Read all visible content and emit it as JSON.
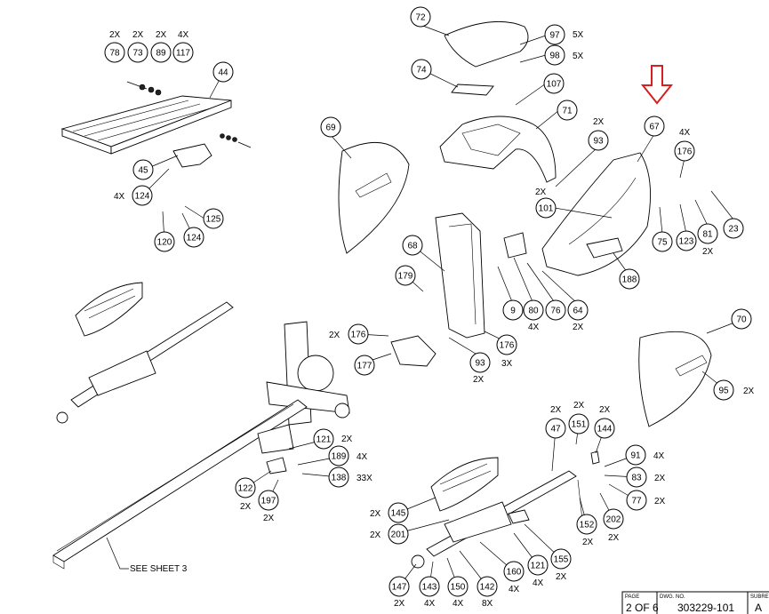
{
  "parts": [
    {
      "id": "p72",
      "num": "72"
    },
    {
      "id": "p97",
      "num": "97",
      "qty": "5X"
    },
    {
      "id": "p98",
      "num": "98",
      "qty": "5X"
    },
    {
      "id": "p74",
      "num": "74"
    },
    {
      "id": "p107",
      "num": "107"
    },
    {
      "id": "p71",
      "num": "71"
    },
    {
      "id": "p78",
      "num": "78",
      "qty": "2X"
    },
    {
      "id": "p73",
      "num": "73",
      "qty": "2X"
    },
    {
      "id": "p89",
      "num": "89",
      "qty": "2X"
    },
    {
      "id": "p117",
      "num": "117",
      "qty": "4X"
    },
    {
      "id": "p44",
      "num": "44"
    },
    {
      "id": "p45",
      "num": "45"
    },
    {
      "id": "p124a",
      "num": "124",
      "qty": "4X"
    },
    {
      "id": "p125",
      "num": "125"
    },
    {
      "id": "p120",
      "num": "120"
    },
    {
      "id": "p124b",
      "num": "124"
    },
    {
      "id": "p69",
      "num": "69"
    },
    {
      "id": "p93a",
      "num": "93",
      "qty": "2X"
    },
    {
      "id": "p67",
      "num": "67"
    },
    {
      "id": "p176a",
      "num": "176",
      "qty": "4X"
    },
    {
      "id": "p101",
      "num": "101",
      "qty": "2X"
    },
    {
      "id": "p75",
      "num": "75"
    },
    {
      "id": "p123",
      "num": "123"
    },
    {
      "id": "p81",
      "num": "81",
      "qty": "2X"
    },
    {
      "id": "p23",
      "num": "23"
    },
    {
      "id": "p68",
      "num": "68"
    },
    {
      "id": "p179",
      "num": "179"
    },
    {
      "id": "p9",
      "num": "9"
    },
    {
      "id": "p80",
      "num": "80",
      "qty": "4X"
    },
    {
      "id": "p76",
      "num": "76"
    },
    {
      "id": "p64",
      "num": "64",
      "qty": "2X"
    },
    {
      "id": "p188",
      "num": "188"
    },
    {
      "id": "p176b",
      "num": "176",
      "qty": "2X"
    },
    {
      "id": "p177",
      "num": "177"
    },
    {
      "id": "p93b",
      "num": "93",
      "qty": "2X"
    },
    {
      "id": "p176c",
      "num": "176",
      "qty": "3X"
    },
    {
      "id": "p70",
      "num": "70"
    },
    {
      "id": "p95",
      "num": "95",
      "qty": "2X"
    },
    {
      "id": "p121a",
      "num": "121",
      "qty": "2X"
    },
    {
      "id": "p189",
      "num": "189",
      "qty": "4X"
    },
    {
      "id": "p138",
      "num": "138",
      "qty": "33X"
    },
    {
      "id": "p122",
      "num": "122",
      "qty": "2X"
    },
    {
      "id": "p197",
      "num": "197",
      "qty": "2X"
    },
    {
      "id": "p47",
      "num": "47",
      "qty": "2X"
    },
    {
      "id": "p151",
      "num": "151",
      "qty": "2X"
    },
    {
      "id": "p144",
      "num": "144",
      "qty": "2X"
    },
    {
      "id": "p91",
      "num": "91",
      "qty": "4X"
    },
    {
      "id": "p83",
      "num": "83",
      "qty": "2X"
    },
    {
      "id": "p77",
      "num": "77",
      "qty": "2X"
    },
    {
      "id": "p145",
      "num": "145",
      "qty": "2X"
    },
    {
      "id": "p201",
      "num": "201",
      "qty": "2X"
    },
    {
      "id": "p152",
      "num": "152",
      "qty": "2X"
    },
    {
      "id": "p202",
      "num": "202",
      "qty": "2X"
    },
    {
      "id": "p147",
      "num": "147",
      "qty": "2X"
    },
    {
      "id": "p143",
      "num": "143",
      "qty": "4X"
    },
    {
      "id": "p150",
      "num": "150",
      "qty": "4X"
    },
    {
      "id": "p142",
      "num": "142",
      "qty": "8X"
    },
    {
      "id": "p160",
      "num": "160",
      "qty": "4X"
    },
    {
      "id": "p121b",
      "num": "121",
      "qty": "4X"
    },
    {
      "id": "p155",
      "num": "155",
      "qty": "2X"
    }
  ],
  "see_sheet": "SEE SHEET 3",
  "title_block": {
    "page_label": "PAGE",
    "page_value": "2 OF 6",
    "dwg_label": "DWG. NO.",
    "dwg_value": "303229-101",
    "sub_label": "SUBRE",
    "sub_value": "A"
  },
  "colors": {
    "arrow": "#d42020",
    "ink": "#000000"
  }
}
